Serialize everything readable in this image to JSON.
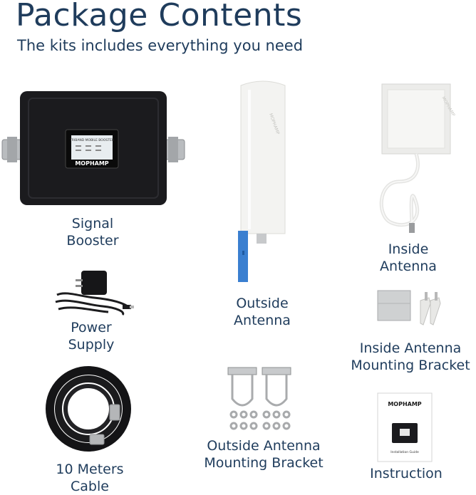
{
  "header": {
    "title": "Package Contents",
    "subtitle": "The kits includes everything you need"
  },
  "items": {
    "signal_booster": {
      "line1": "Signal",
      "line2": "Booster",
      "device_brand": "MOPHAMP",
      "screen_text": "TRIBAND MOBILE BOOSTER"
    },
    "outside_antenna": {
      "line1": "Outside",
      "line2": "Antenna",
      "side_text": "MOPHAMP"
    },
    "inside_antenna": {
      "line1": "Inside",
      "line2": "Antenna",
      "panel_text": "MOPHAMP"
    },
    "power_supply": {
      "line1": "Power",
      "line2": "Supply"
    },
    "inside_bracket": {
      "line1": "Inside Antenna",
      "line2": "Mounting Bracket"
    },
    "cable": {
      "line1": "10 Meters",
      "line2": "Cable"
    },
    "outside_bracket": {
      "line1": "Outside Antenna",
      "line2": "Mounting Bracket"
    },
    "instruction": {
      "line1": "Instruction",
      "brand": "MOPHAMP",
      "guide_text": "Installation Guide"
    }
  },
  "colors": {
    "text": "#1f3c5c",
    "booster_body": "#1b1b1e",
    "mount_blue": "#3a7fd0"
  }
}
